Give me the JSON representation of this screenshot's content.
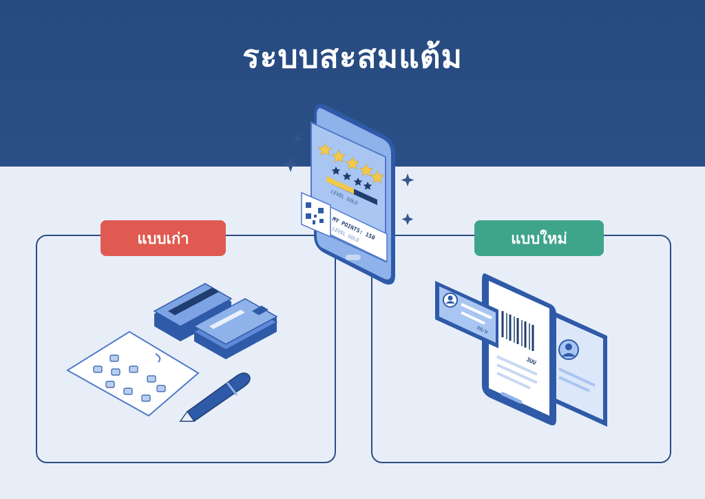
{
  "header": {
    "title": "ระบบสะสมแต้ม"
  },
  "old_method": {
    "label": "แบบเก่า"
  },
  "new_method": {
    "label": "แบบใหม่"
  },
  "phone_screen": {
    "level_text": "LEVEL GOLD",
    "points_text": "MY POINTS: 150",
    "sub_text": "LEVEL GOLD"
  },
  "new_device_texts": {
    "card_text": "RB/W",
    "barcode_text": "3UU"
  },
  "colors": {
    "header_bg": "#274a80",
    "page_bg": "#e8eef8",
    "old_badge": "#e05a52",
    "new_badge": "#3fa58a",
    "accent_blue": "#4f79c9",
    "star": "#f2c94c"
  },
  "icons": [
    "sparkle-icon",
    "star-icon",
    "qr-code-icon",
    "barcode-icon",
    "avatar-icon",
    "pen-icon",
    "stamp-card-icon",
    "credit-card-icon"
  ]
}
